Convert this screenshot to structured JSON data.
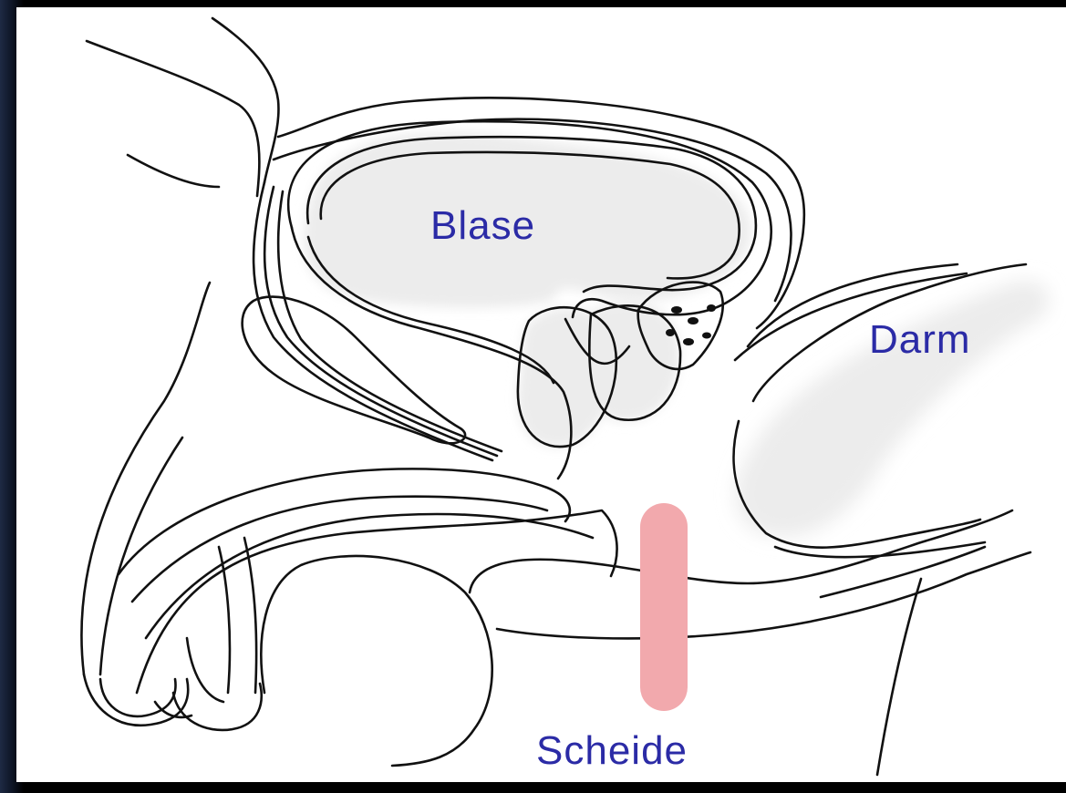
{
  "labels": {
    "blase": "Blase",
    "darm": "Darm",
    "scheide": "Scheide"
  },
  "colors": {
    "label_text": "#2b2ba6",
    "outline": "#111111",
    "organ_fill": "#ececec",
    "scheide_marker": "#f2a9ad",
    "background": "#ffffff",
    "frame": "#000000"
  }
}
